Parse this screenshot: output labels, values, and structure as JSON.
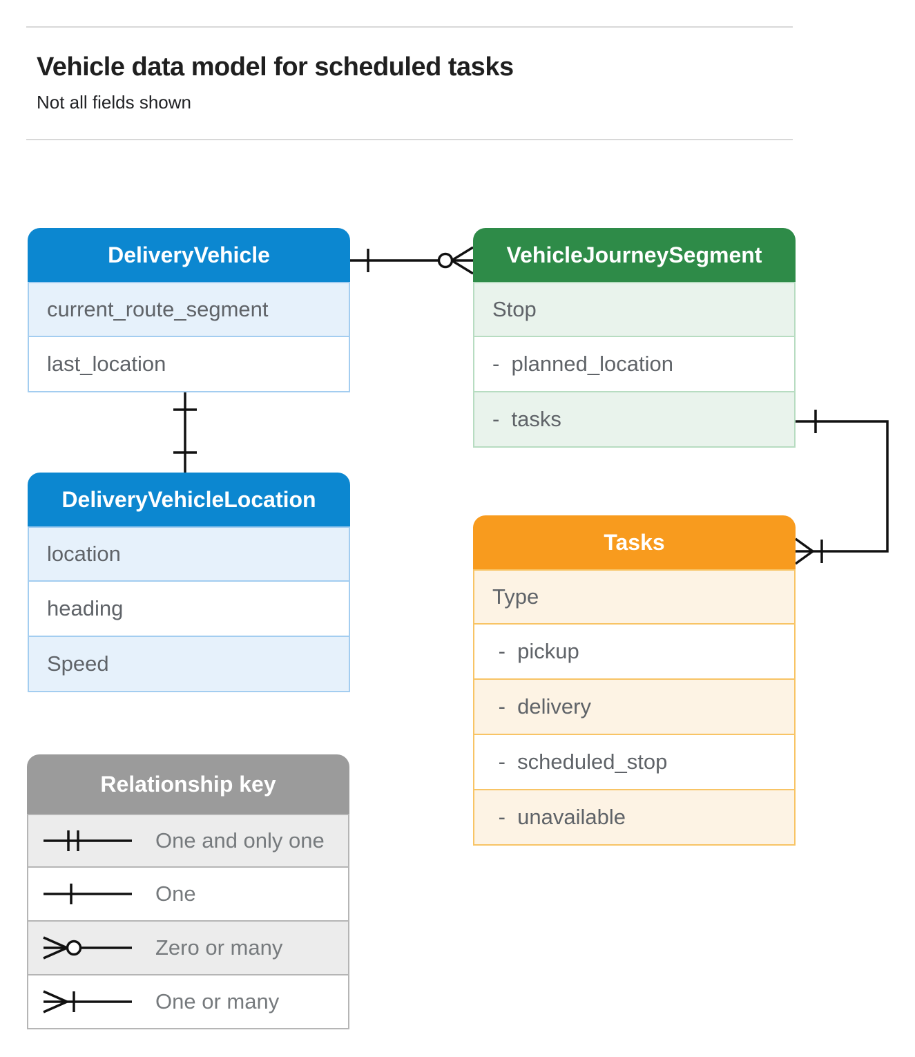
{
  "page": {
    "title": "Vehicle data model for scheduled tasks",
    "subtitle": "Not all fields shown"
  },
  "entities": {
    "delivery_vehicle": {
      "title": "DeliveryVehicle",
      "rows": [
        "current_route_segment",
        "last_location"
      ]
    },
    "vehicle_journey_segment": {
      "title": "VehicleJourneySegment",
      "rows": [
        "Stop",
        "-  planned_location",
        "-  tasks"
      ]
    },
    "delivery_vehicle_location": {
      "title": "DeliveryVehicleLocation",
      "rows": [
        "location",
        "heading",
        "Speed"
      ]
    },
    "tasks": {
      "title": "Tasks",
      "rows": [
        "Type",
        " -  pickup",
        " -  delivery",
        " -  scheduled_stop",
        " -  unavailable"
      ]
    }
  },
  "legend": {
    "title": "Relationship key",
    "items": [
      {
        "symbol": "one-and-only-one",
        "label": "One and only one"
      },
      {
        "symbol": "one",
        "label": "One"
      },
      {
        "symbol": "zero-or-many",
        "label": "Zero or many"
      },
      {
        "symbol": "one-or-many",
        "label": "One or many"
      }
    ]
  },
  "relationships": [
    {
      "from": "DeliveryVehicle",
      "to": "VehicleJourneySegment",
      "from_cardinality": "One",
      "to_cardinality": "Zero or many"
    },
    {
      "from": "DeliveryVehicle",
      "to": "DeliveryVehicleLocation",
      "from_cardinality": "One",
      "to_cardinality": "One"
    },
    {
      "from": "VehicleJourneySegment.tasks",
      "to": "Tasks",
      "from_cardinality": "One",
      "to_cardinality": "One or many"
    }
  ],
  "colors": {
    "blue_header": "#0c87d0",
    "blue_tint": "#e6f1fb",
    "blue_border": "#a3cdf0",
    "green_header": "#2e8b48",
    "green_tint": "#e9f3ec",
    "green_border": "#b7dcc1",
    "orange_header": "#f89b1e",
    "orange_tint": "#fdf3e4",
    "orange_border": "#f8c465",
    "gray_header": "#9b9b9b",
    "gray_tint": "#ececec",
    "gray_border": "#b5b5b5",
    "row_text": "#5f6368",
    "connector": "#111111",
    "divider": "#d8d8d8"
  }
}
